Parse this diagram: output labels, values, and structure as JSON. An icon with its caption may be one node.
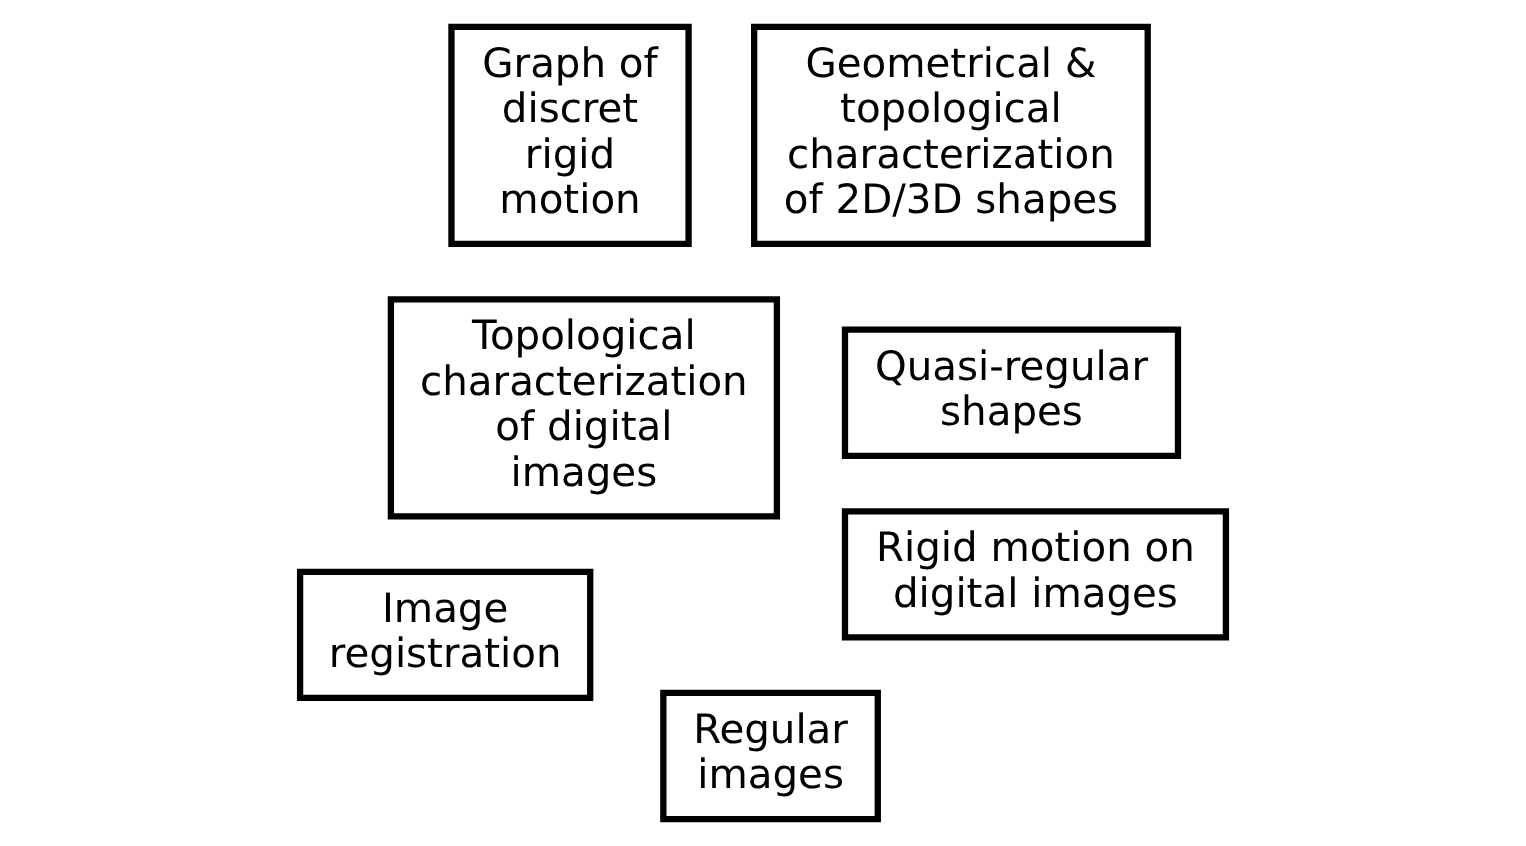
{
  "diagram": {
    "nodes": [
      {
        "text": [
          "Rigid motion on digital images"
        ]
      },
      {
        "text": [
          "Graph of discret rigid motion"
        ]
      },
      {
        "text": [
          "Regular images"
        ]
      },
      {
        "text": [
          "Quasi-regular shapes"
        ]
      },
      {
        "text": [
          "Image registration"
        ]
      },
      {
        "text": [
          "Topological characterization of digital images"
        ]
      },
      {
        "text": [
          "Geometrical & topological characterization of 2D/3D shapes"
        ]
      }
    ]
  }
}
